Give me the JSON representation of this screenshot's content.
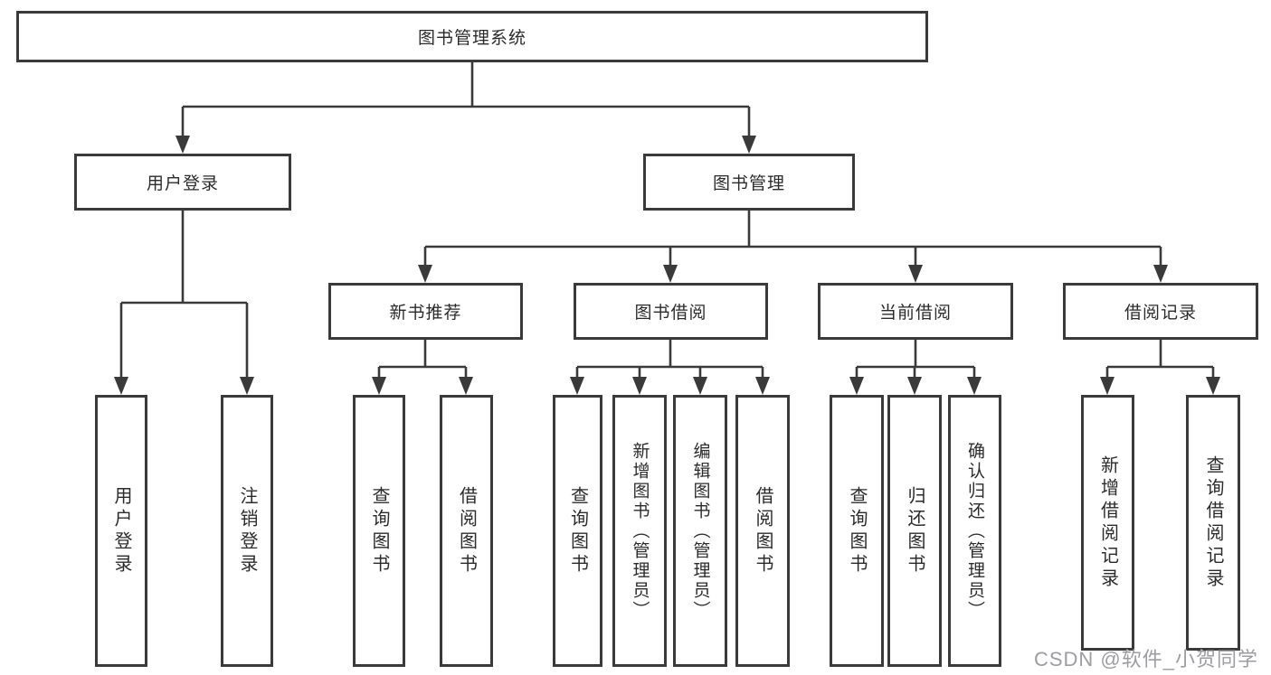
{
  "watermark": "CSDN @软件_小贺同学",
  "colors": {
    "line": "#3a3a3a",
    "box-border": "#3a3a3a",
    "text": "#2b2b2b",
    "bg": "#ffffff",
    "watermark": "#9d9da1"
  },
  "tree": {
    "root": {
      "label": "图书管理系统"
    },
    "user": {
      "label": "用户登录",
      "children": [
        {
          "label": "用户登录"
        },
        {
          "label": "注销登录"
        }
      ]
    },
    "mgmt": {
      "label": "图书管理",
      "groups": [
        {
          "label": "新书推荐",
          "children": [
            {
              "label": "查询图书"
            },
            {
              "label": "借阅图书"
            }
          ]
        },
        {
          "label": "图书借阅",
          "children": [
            {
              "label": "查询图书"
            },
            {
              "label": "新增图书（管理员）"
            },
            {
              "label": "编辑图书（管理员）"
            },
            {
              "label": "借阅图书"
            }
          ]
        },
        {
          "label": "当前借阅",
          "children": [
            {
              "label": "查询图书"
            },
            {
              "label": "归还图书"
            },
            {
              "label": "确认归还（管理员）"
            }
          ]
        },
        {
          "label": "借阅记录",
          "children": [
            {
              "label": "新增借阅记录"
            },
            {
              "label": "查询借阅记录"
            }
          ]
        }
      ]
    }
  }
}
